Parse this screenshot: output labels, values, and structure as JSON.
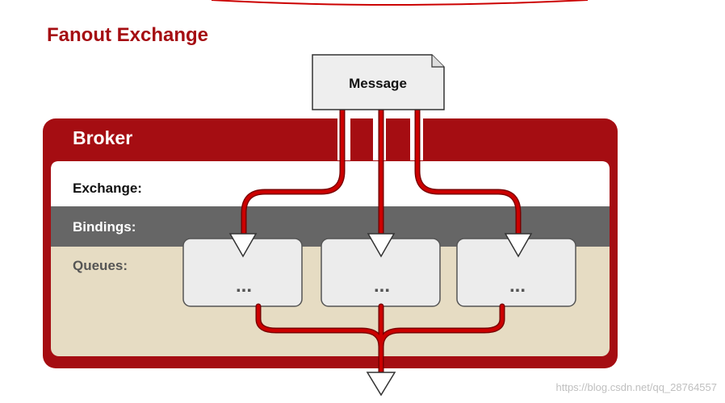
{
  "diagram": {
    "title": "Fanout Exchange",
    "message_label": "Message",
    "broker_label": "Broker",
    "exchange_label": "Exchange:",
    "bindings_label": "Bindings:",
    "queues_label": "Queues:",
    "queues": [
      {
        "label": "..."
      },
      {
        "label": "..."
      },
      {
        "label": "..."
      }
    ]
  },
  "watermark": "https://blog.csdn.net/qq_28764557",
  "colors": {
    "brand_red": "#a50d12",
    "line_red": "#cc0000",
    "bindings_gray": "#666666",
    "queues_beige": "#e6dcc3"
  }
}
